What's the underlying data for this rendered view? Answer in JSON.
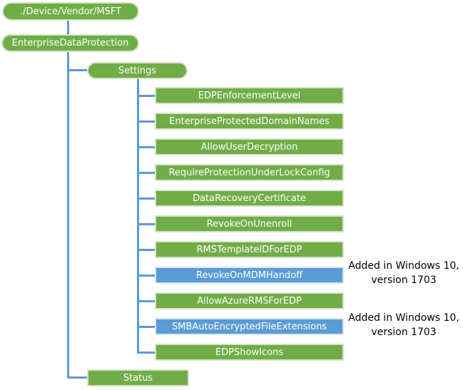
{
  "colors": {
    "node_green": "#70AD47",
    "node_green_border": "#D6E3C8",
    "node_blue": "#5B9BD5",
    "node_blue_border": "#D7E5F2",
    "connector": "#5B9BD5",
    "node_text": "#FFFFFF",
    "annotation_text": "#000000",
    "canvas_bg": "#FFFFFF"
  },
  "tree": {
    "root": {
      "label": "./Device/Vendor/MSFT"
    },
    "provider": {
      "label": "EnterpriseDataProtection"
    },
    "settings": {
      "label": "Settings"
    },
    "settings_children": [
      {
        "label": "EDPEnforcementLevel",
        "variant": "default"
      },
      {
        "label": "EnterpriseProtectedDomainNames",
        "variant": "default"
      },
      {
        "label": "AllowUserDecryption",
        "variant": "default"
      },
      {
        "label": "RequireProtectionUnderLockConfig",
        "variant": "default"
      },
      {
        "label": "DataRecoveryCertificate",
        "variant": "default"
      },
      {
        "label": "RevokeOnUnenroll",
        "variant": "default"
      },
      {
        "label": "RMSTemplateIDForEDP",
        "variant": "default"
      },
      {
        "label": "RevokeOnMDMHandoff",
        "variant": "added"
      },
      {
        "label": "AllowAzureRMSForEDP",
        "variant": "default"
      },
      {
        "label": "SMBAutoEncryptedFileExtensions",
        "variant": "added"
      },
      {
        "label": "EDPShowIcons",
        "variant": "default"
      }
    ],
    "status": {
      "label": "Status"
    }
  },
  "annotations": [
    {
      "line1": "Added in Windows 10,",
      "line2": "version 1703"
    },
    {
      "line1": "Added in Windows 10,",
      "line2": "version 1703"
    }
  ]
}
